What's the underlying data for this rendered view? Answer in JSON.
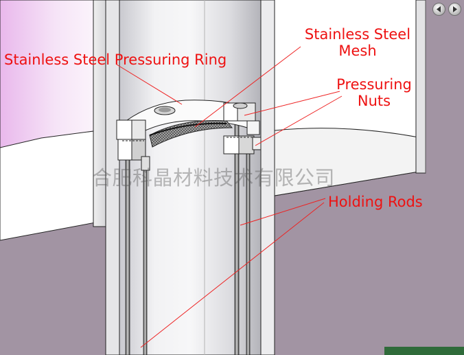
{
  "labels": {
    "ring": "Stainless Steel Pressuring Ring",
    "mesh_line1": "Stainless Steel",
    "mesh_line2": "Mesh",
    "nuts_line1": "Pressuring",
    "nuts_line2": "Nuts",
    "rods": "Holding Rods"
  },
  "watermark": "合肥科晶材料技术有限公司",
  "nav": {
    "prev_icon": "circle-arrow-left-icon",
    "next_icon": "circle-arrow-right-icon"
  },
  "colors": {
    "label_text": "#ee1111",
    "leader_line": "#ee2222"
  }
}
